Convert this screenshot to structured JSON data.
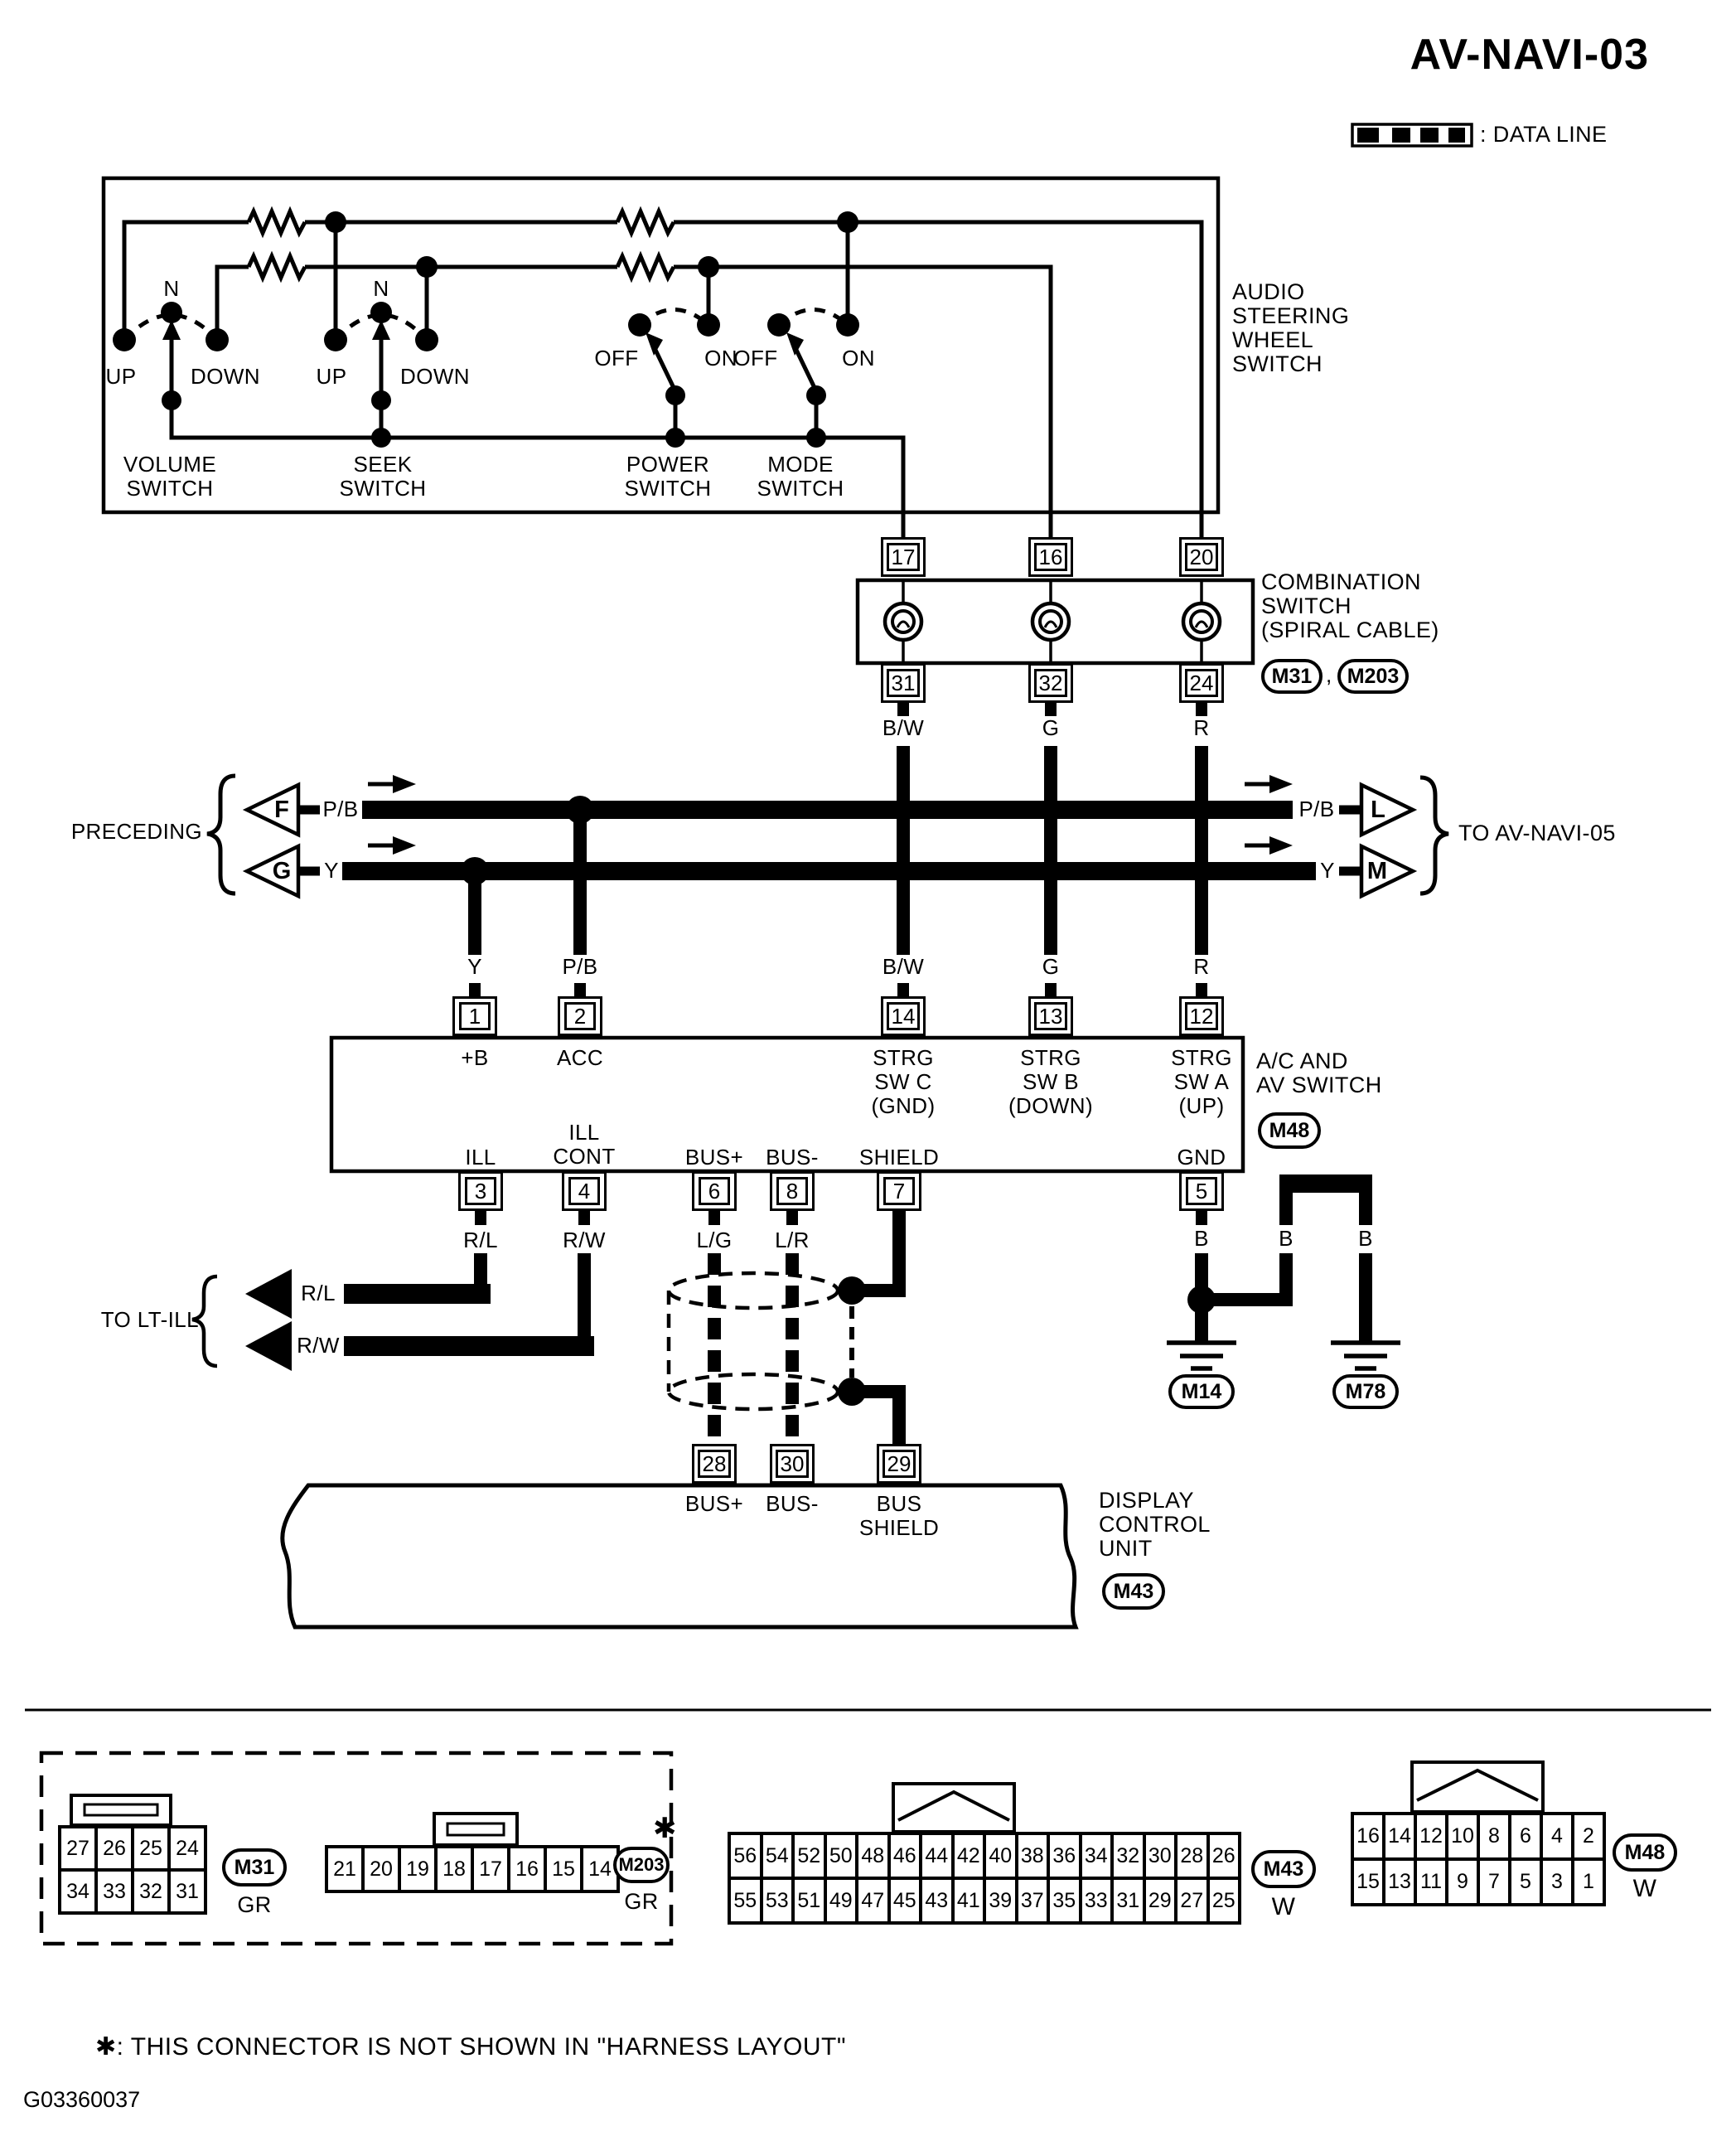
{
  "colors": {
    "ink": "#000000",
    "paper": "#ffffff"
  },
  "title": "AV-NAVI-03",
  "legend": {
    "label": ": DATA LINE"
  },
  "doc_number": "G03360037",
  "footnote": "✱: THIS CONNECTOR IS NOT SHOWN IN \"HARNESS LAYOUT\"",
  "top_box": {
    "label": "AUDIO\nSTEERING\nWHEEL\nSWITCH",
    "volume": {
      "n": "N",
      "up": "UP",
      "down": "DOWN",
      "name": "VOLUME\nSWITCH"
    },
    "seek": {
      "n": "N",
      "up": "UP",
      "down": "DOWN",
      "name": "SEEK\nSWITCH"
    },
    "power": {
      "off": "OFF",
      "on": "ON",
      "name": "POWER\nSWITCH"
    },
    "mode": {
      "off": "OFF",
      "on": "ON",
      "name": "MODE\nSWITCH"
    }
  },
  "combination": {
    "pins_top": [
      "17",
      "16",
      "20"
    ],
    "pins_bottom": [
      "31",
      "32",
      "24"
    ],
    "label": "COMBINATION\nSWITCH\n(SPIRAL CABLE)",
    "connector1": "M31",
    "comma": ",",
    "connector2": "M203",
    "wires": [
      "B/W",
      "G",
      "R"
    ]
  },
  "datalines": {
    "preceding": "PRECEDING",
    "to_nav": "TO AV-NAVI-05",
    "pb": "P/B",
    "y": "Y",
    "tri_f": "F",
    "tri_g": "G",
    "tri_l": "L",
    "tri_m": "M"
  },
  "av_switch": {
    "pins_top": [
      "1",
      "2",
      "14",
      "13",
      "12"
    ],
    "names_top": [
      "+B",
      "ACC",
      "STRG\nSW C\n(GND)",
      "STRG\nSW B\n(DOWN)",
      "STRG\nSW A\n(UP)"
    ],
    "wires_top": [
      "Y",
      "P/B",
      "B/W",
      "G",
      "R"
    ],
    "pins_bottom": [
      "3",
      "4",
      "6",
      "8",
      "7",
      "5"
    ],
    "names_bottom": [
      "ILL",
      "ILL\nCONT",
      "BUS+",
      "BUS-",
      "SHIELD",
      "GND"
    ],
    "label": "A/C AND\nAV SWITCH",
    "connector": "M48"
  },
  "lt_ill": {
    "label": "TO LT-ILL",
    "rl": "R/L",
    "rw": "R/W"
  },
  "bus": {
    "lg": "L/G",
    "lr": "L/R"
  },
  "display": {
    "pins": [
      "28",
      "30",
      "29"
    ],
    "names": [
      "BUS+",
      "BUS-",
      "BUS\nSHIELD"
    ],
    "label": "DISPLAY\nCONTROL\nUNIT",
    "connector": "M43"
  },
  "grounds": {
    "b": "B",
    "m14": "M14",
    "m78": "M78"
  },
  "panel": {
    "m31": {
      "rows": [
        [
          "27",
          "26",
          "25",
          "24"
        ],
        [
          "34",
          "33",
          "32",
          "31"
        ]
      ],
      "id": "M31",
      "color": "GR"
    },
    "m203": {
      "rows": [
        [
          "21",
          "20",
          "19",
          "18",
          "17",
          "16",
          "15",
          "14"
        ]
      ],
      "id": "M203",
      "color": "GR",
      "star": "✱"
    },
    "m43": {
      "rows": [
        [
          "56",
          "54",
          "52",
          "50",
          "48",
          "46",
          "44",
          "42",
          "40",
          "38",
          "36",
          "34",
          "32",
          "30",
          "28",
          "26"
        ],
        [
          "55",
          "53",
          "51",
          "49",
          "47",
          "45",
          "43",
          "41",
          "39",
          "37",
          "35",
          "33",
          "31",
          "29",
          "27",
          "25"
        ]
      ],
      "id": "M43",
      "color": "W"
    },
    "m48": {
      "rows": [
        [
          "16",
          "14",
          "12",
          "10",
          "8",
          "6",
          "4",
          "2"
        ],
        [
          "15",
          "13",
          "11",
          "9",
          "7",
          "5",
          "3",
          "1"
        ]
      ],
      "id": "M48",
      "color": "W"
    }
  }
}
